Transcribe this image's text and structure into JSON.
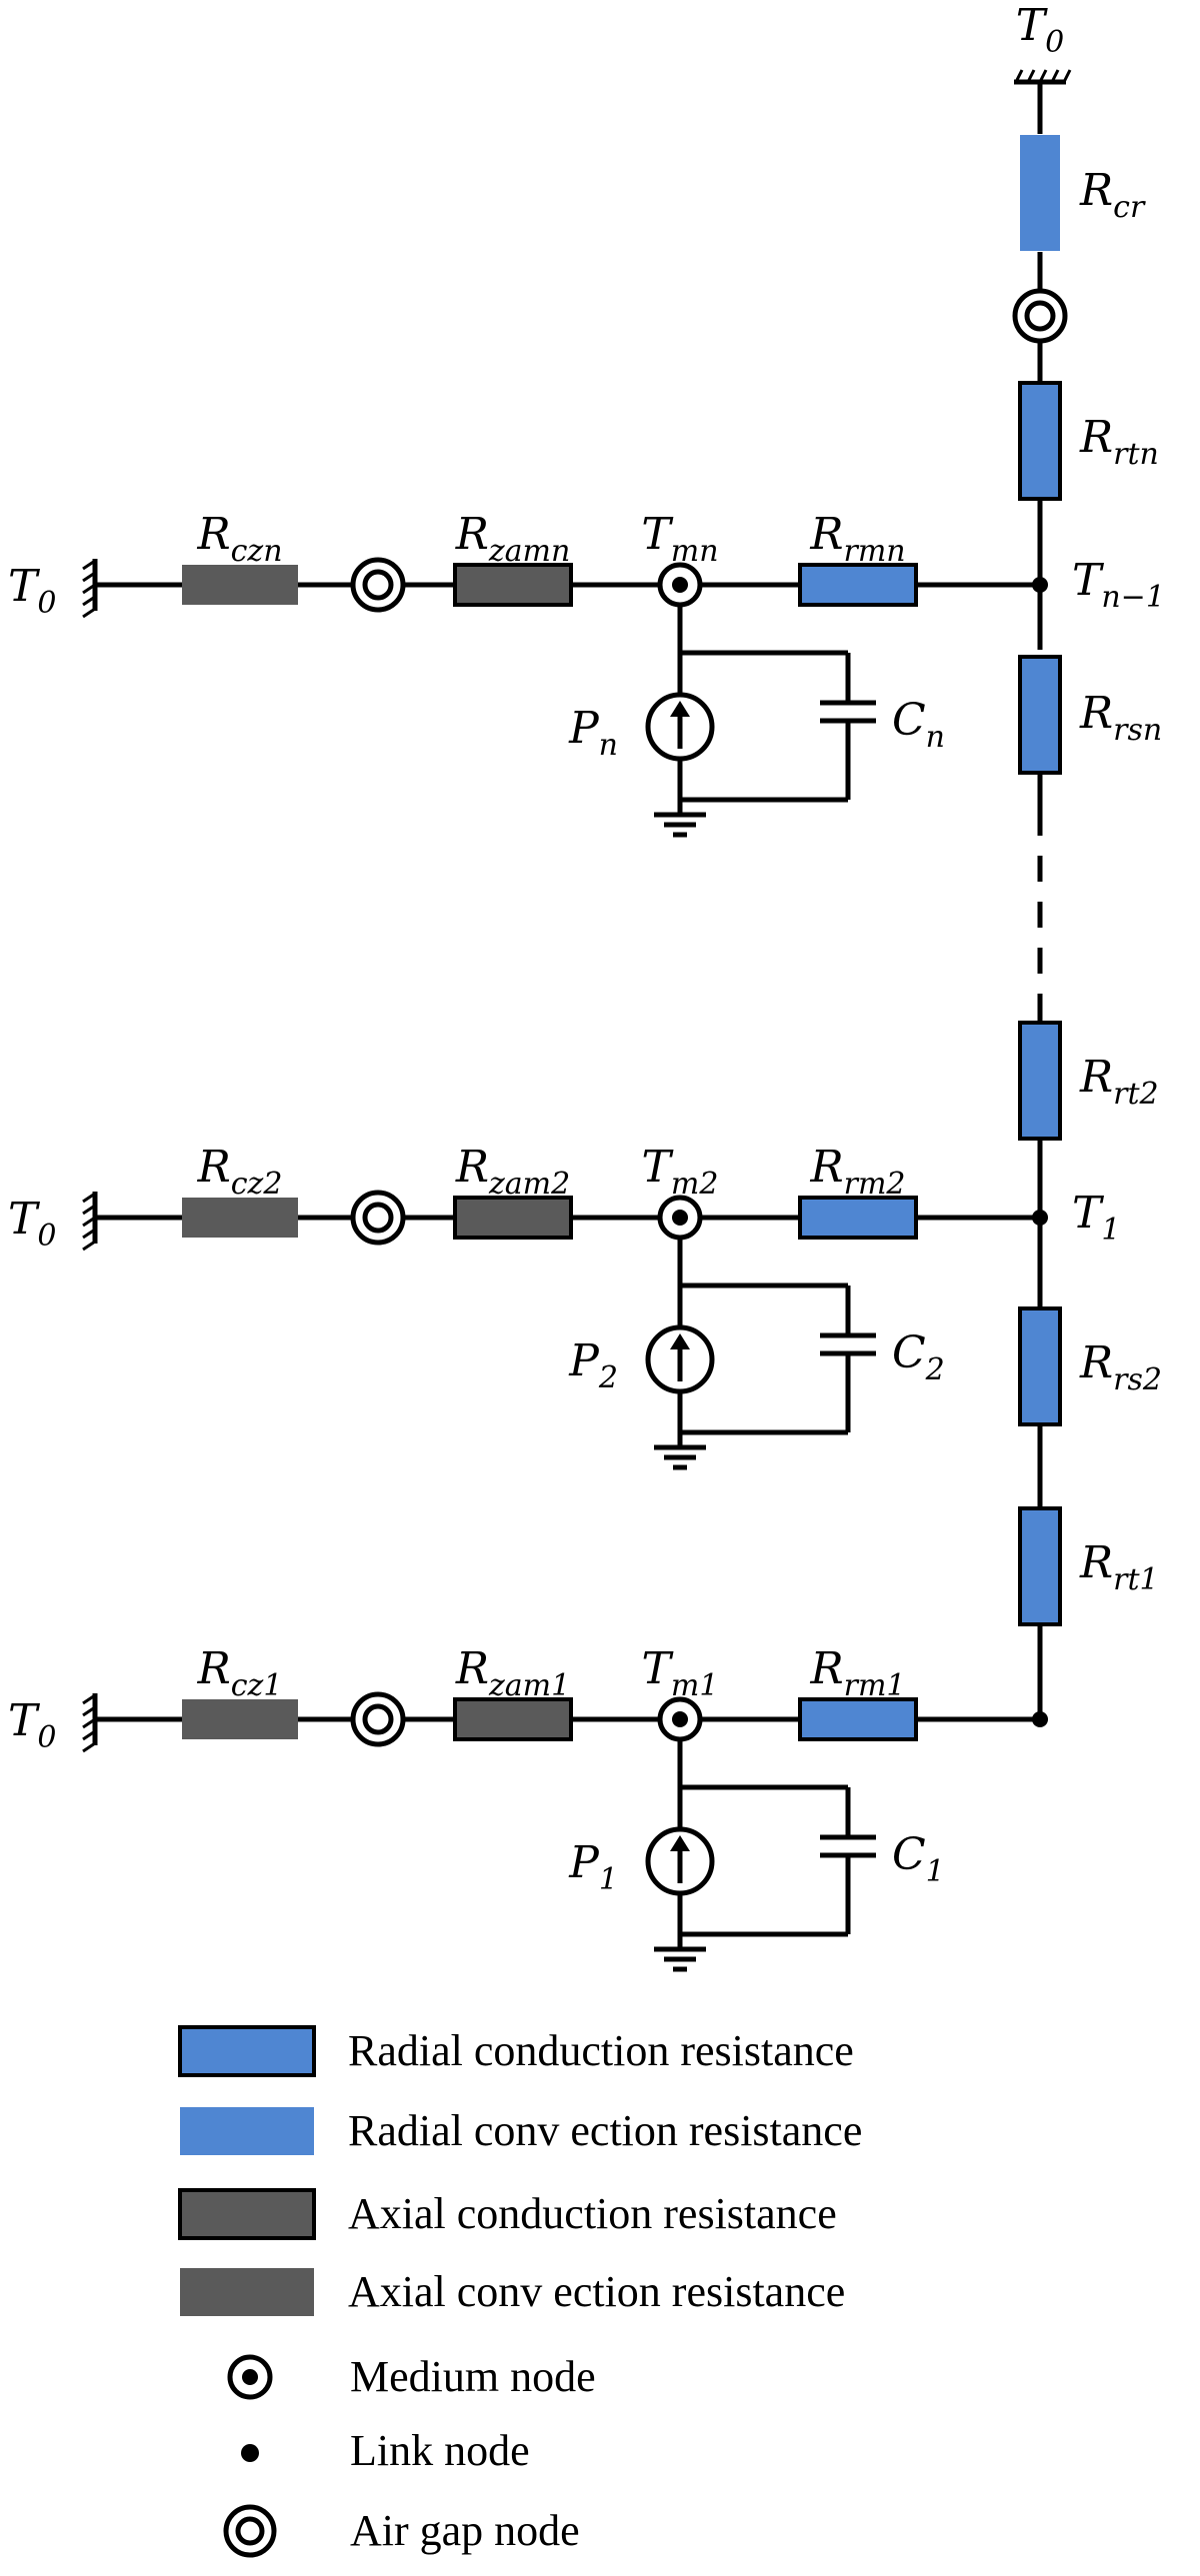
{
  "colors": {
    "radial": "#4f86d2",
    "axial": "#5a5a5a",
    "wire": "#000000",
    "background": "#ffffff"
  },
  "labels": {
    "top_ground": "T_0",
    "R_cr": "R_cr",
    "R_rtn": "R_rtn",
    "T_n_minus_1": "T_n−1",
    "R_rsn": "R_rsn",
    "R_rt2": "R_rt2",
    "T_1": "T_1",
    "R_rs2": "R_rs2",
    "R_rt1": "R_rt1"
  },
  "branches": [
    {
      "id": "n",
      "ground": "T_0",
      "R_cz": "R_czn",
      "R_zam": "R_zamn",
      "T_m": "T_mn",
      "R_rm": "R_rmn",
      "P": "P_n",
      "C": "C_n"
    },
    {
      "id": "2",
      "ground": "T_0",
      "R_cz": "R_cz2",
      "R_zam": "R_zam2",
      "T_m": "T_m2",
      "R_rm": "R_rm2",
      "P": "P_2",
      "C": "C_2"
    },
    {
      "id": "1",
      "ground": "T_0",
      "R_cz": "R_cz1",
      "R_zam": "R_zam1",
      "T_m": "T_m1",
      "R_rm": "R_rm1",
      "P": "P_1",
      "C": "C_1"
    }
  ],
  "legend": [
    {
      "symbol": "radial-conduction",
      "label": "Radial conduction resistance"
    },
    {
      "symbol": "radial-convection",
      "label": "Radial conv ection resistance"
    },
    {
      "symbol": "axial-conduction",
      "label": "Axial conduction resistance"
    },
    {
      "symbol": "axial-convection",
      "label": "Axial conv ection resistance"
    },
    {
      "symbol": "medium-node",
      "label": "Medium node"
    },
    {
      "symbol": "link-node",
      "label": "Link node"
    },
    {
      "symbol": "air-gap-node",
      "label": "Air gap node"
    }
  ]
}
